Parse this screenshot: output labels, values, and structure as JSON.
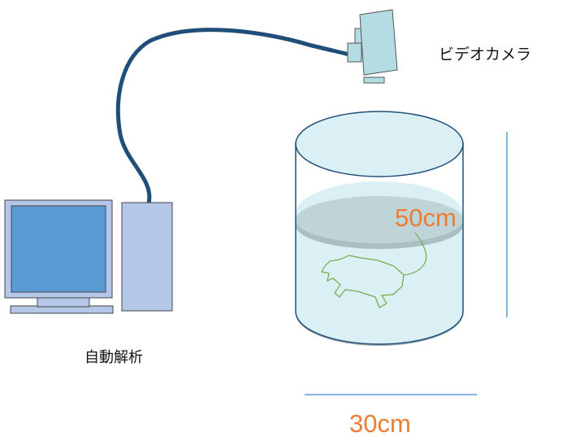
{
  "labels": {
    "camera": "ビデオカメラ",
    "analysis": "自動解析",
    "height": "50cm",
    "diameter": "30cm"
  },
  "colors": {
    "cable": "#1f4e79",
    "camera_body": "#b4dde3",
    "monitor_screen": "#5b9bd5",
    "computer_body": "#b4c7e7",
    "water": "#daf0f5",
    "platform": "#bfd4d8",
    "dimension_line": "#5b9bd5",
    "dimension_text": "#ed7d31",
    "rat_outline": "#70ad47"
  },
  "icons": [
    "video-camera-icon",
    "computer-monitor-icon",
    "computer-tower-icon",
    "rat-icon"
  ]
}
